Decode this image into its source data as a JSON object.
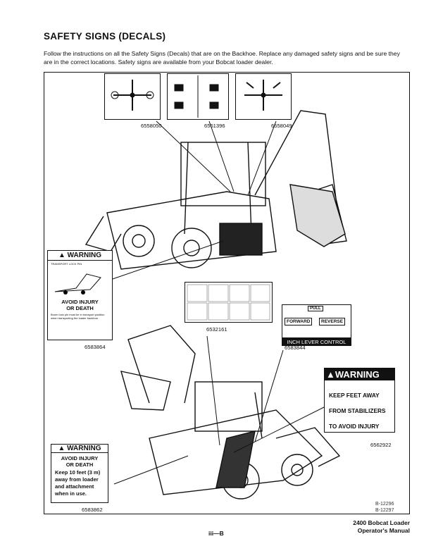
{
  "header": {
    "title": "SAFETY SIGNS (DECALS)",
    "intro": "Follow the instructions on all the Safety Signs (Decals) that are on the Backhoe. Replace any damaged safety signs and be sure they are in the correct locations. Safety signs are available from your Bobcat loader dealer."
  },
  "decals": {
    "top_left_pn": "6558050",
    "top_mid_pn": "6561396",
    "top_right_pn": "6558049",
    "transport": {
      "heading": "WARNING",
      "sub": "TRANSPORT LOCK PIN",
      "line1": "AVOID INJURY",
      "line2": "OR DEATH",
      "small": "Boom lock pin must be in transport position when transporting the loader backhoe.",
      "pn": "6583864"
    },
    "instructions_pn": "6532161",
    "lever": {
      "pull": "PULL",
      "forward": "FORWARD",
      "reverse": "REVERSE",
      "caption": "INCH LEVER CONTROL",
      "pn": "6583844"
    },
    "stabilizer": {
      "heading": "WARNING",
      "line1": "KEEP FEET AWAY",
      "line2": "FROM STABILIZERS",
      "line3": "TO AVOID INJURY",
      "pn": "6562922"
    },
    "loader": {
      "heading": "WARNING",
      "line1": "AVOID INJURY",
      "line2": "OR DEATH",
      "line3": "Keep 10 feet (3 m) away from loader and attachment when in use.",
      "pn": "6583862"
    }
  },
  "figure_refs": [
    "B-12296",
    "B-12297"
  ],
  "footer": {
    "page": "iii—B",
    "model_line1": "2400 Bobcat Loader",
    "model_line2": "Operator's Manual"
  }
}
